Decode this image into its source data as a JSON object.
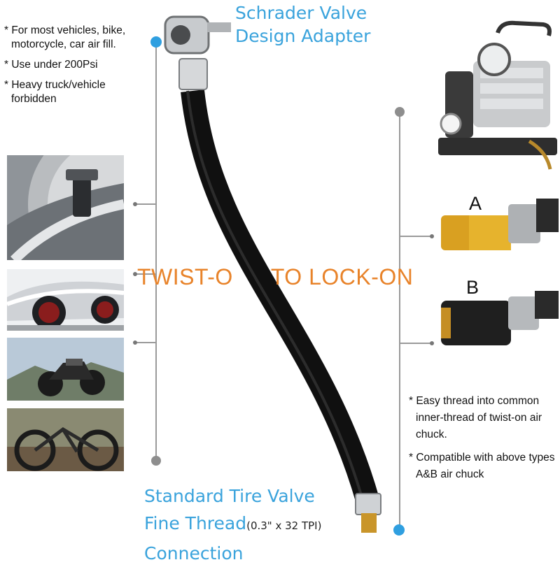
{
  "header": {
    "title_line1": "Schrader Valve",
    "title_line2": "Design Adapter"
  },
  "left_notes": [
    "* For most vehicles, bike, motorcycle, car air fill.",
    "* Use under 200Psi",
    "* Heavy truck/vehicle forbidden"
  ],
  "overlay_text": {
    "left": "TWIST-O",
    "right": "TO LOCK-ON"
  },
  "chuck_labels": {
    "a": "A",
    "b": "B"
  },
  "right_notes": [
    "* Easy thread into common inner-thread of twist-on air chuck.",
    "* Compatible with above types A&B air chuck"
  ],
  "footer": {
    "line1": "Standard Tire Valve",
    "line2": "Fine Thread",
    "thread_spec": "(0.3\" x 32 TPI)",
    "line3": "Connection"
  },
  "colors": {
    "accent_blue": "#3aa3dc",
    "accent_orange": "#e8832a",
    "connector_gray": "#9a9a9a"
  }
}
